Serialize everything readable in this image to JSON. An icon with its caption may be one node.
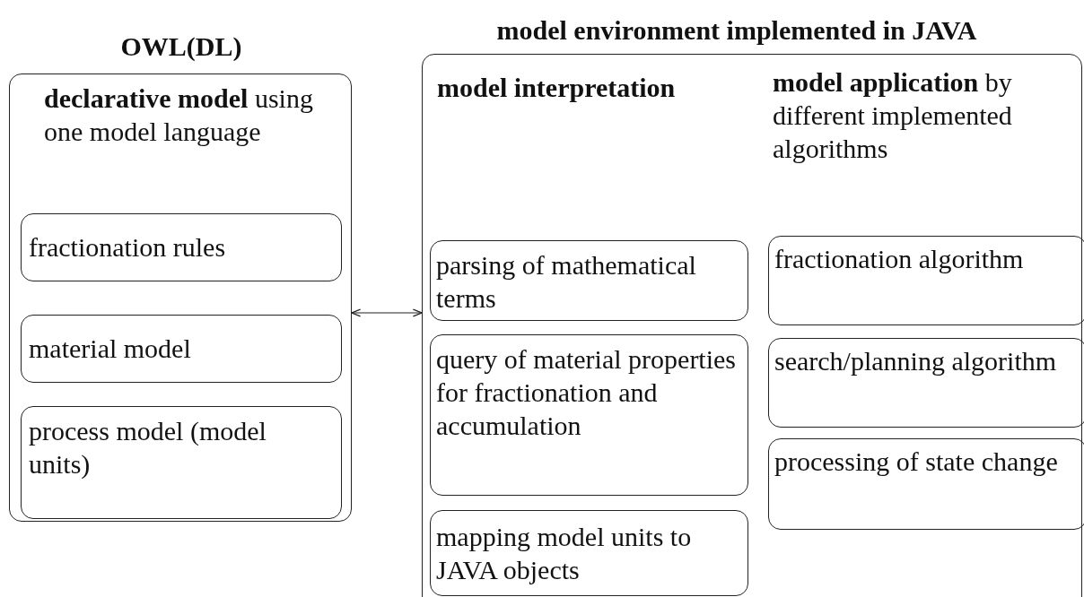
{
  "diagram": {
    "nodes": [
      {
        "text": [
          "OWL(DL)",
          "**declarative model** using one model language"
        ]
      },
      {
        "text": [
          "fractionation rules"
        ],
        "in": 0
      },
      {
        "text": [
          "material model"
        ],
        "in": 0
      },
      {
        "text": [
          "process model (model units)"
        ],
        "in": 0
      },
      {
        "text": [
          "model environment implemented in JAVA",
          "**model interpretation**",
          "**model application** by different implemented algorithms"
        ]
      },
      {
        "text": [
          "parsing of mathematical terms"
        ],
        "in": 4
      },
      {
        "text": [
          "query of material properties for fractionation and accumulation"
        ],
        "in": 4
      },
      {
        "text": [
          "mapping model units to JAVA objects"
        ],
        "in": 4
      },
      {
        "text": [
          "fractionation algorithm"
        ],
        "in": 4
      },
      {
        "text": [
          "search/planning algorithm"
        ],
        "in": 4
      },
      {
        "text": [
          "processing of state change"
        ],
        "in": 4
      }
    ],
    "edges": [
      {
        "from": 0,
        "to": 4,
        "arrow": "both"
      }
    ]
  }
}
